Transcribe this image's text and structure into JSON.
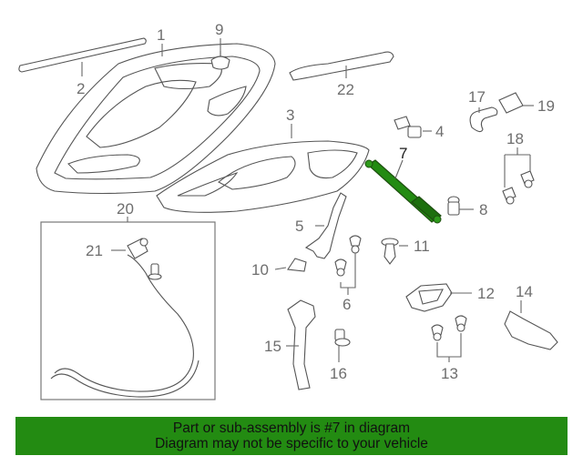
{
  "diagram": {
    "callouts": {
      "c1": "1",
      "c2": "2",
      "c3": "3",
      "c4": "4",
      "c5": "5",
      "c6": "6",
      "c7": "7",
      "c8": "8",
      "c9": "9",
      "c10": "10",
      "c11": "11",
      "c12": "12",
      "c13": "13",
      "c14": "14",
      "c15": "15",
      "c16": "16",
      "c17": "17",
      "c18": "18",
      "c19": "19",
      "c20": "20",
      "c21": "21",
      "c22": "22"
    },
    "highlight_color": "#238b12"
  },
  "banner": {
    "line1": "Part or sub-assembly is #7 in diagram",
    "line2": "Diagram may not be specific to your vehicle",
    "background": "#238b12"
  }
}
